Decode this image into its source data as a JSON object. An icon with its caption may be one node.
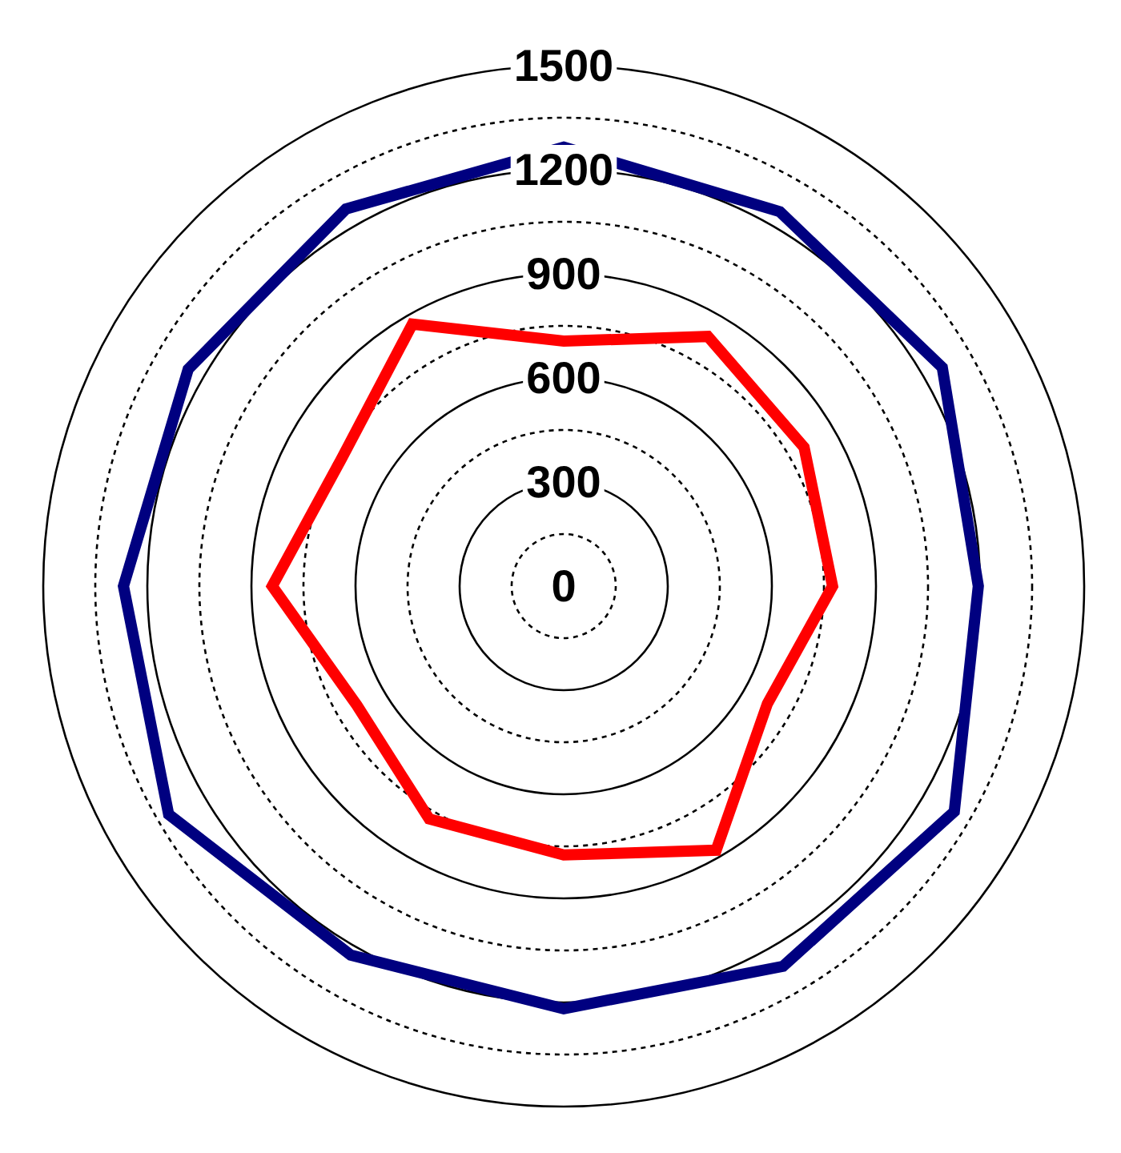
{
  "diagram": {
    "labels": [
      "1500",
      "1200",
      "900",
      "600",
      "300",
      "0"
    ]
  }
}
